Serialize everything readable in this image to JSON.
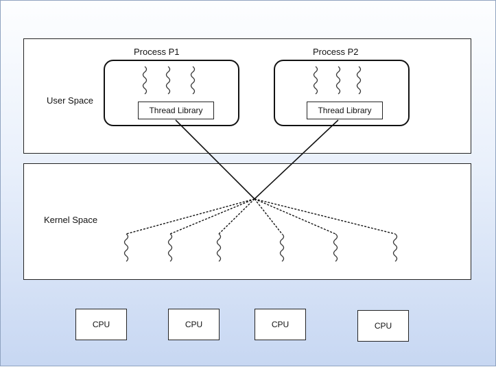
{
  "user_space": {
    "label": "User Space"
  },
  "kernel_space": {
    "label": "Kernel Space"
  },
  "processes": [
    {
      "title": "Process P1",
      "library": "Thread Library"
    },
    {
      "title": "Process P2",
      "library": "Thread Library"
    }
  ],
  "cpus": [
    "CPU",
    "CPU",
    "CPU",
    "CPU"
  ]
}
